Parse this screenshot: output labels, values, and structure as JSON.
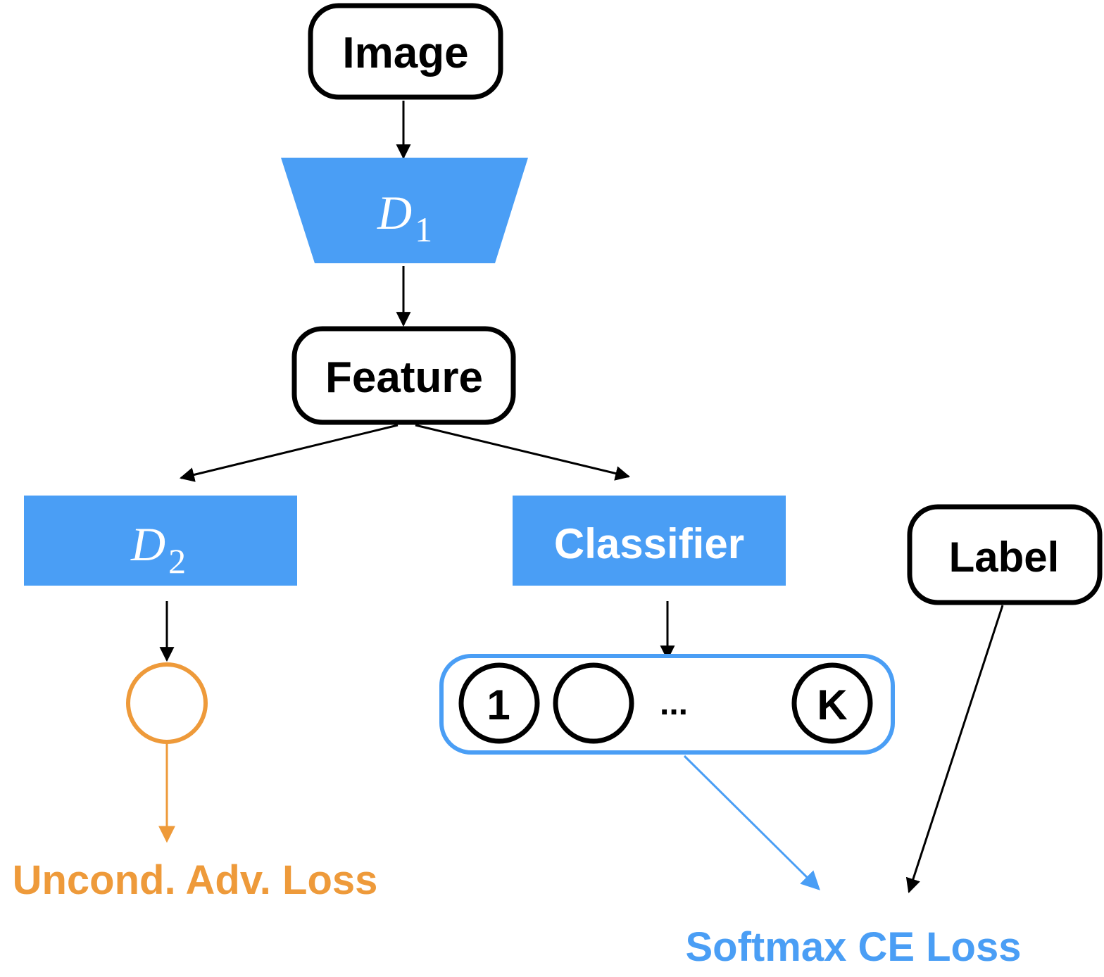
{
  "nodes": {
    "image": {
      "label": "Image"
    },
    "d1": {
      "symbol": "D",
      "subscript": "1"
    },
    "feature": {
      "label": "Feature"
    },
    "d2": {
      "symbol": "D",
      "subscript": "2"
    },
    "classifier": {
      "label": "Classifier"
    },
    "label": {
      "label": "Label"
    },
    "output_units": {
      "first": "1",
      "ellipsis": "...",
      "last": "K"
    }
  },
  "losses": {
    "unconditional": "Uncond. Adv. Loss",
    "softmax": "Softmax CE Loss"
  },
  "colors": {
    "blue": "#4a9ef5",
    "orange": "#ee9a3a",
    "black": "#000000",
    "white": "#ffffff"
  }
}
